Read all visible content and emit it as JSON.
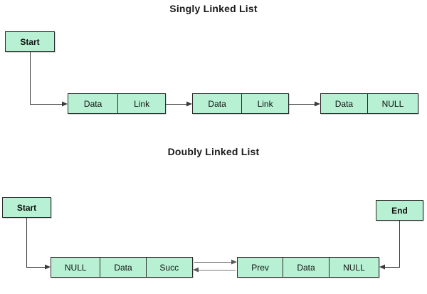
{
  "diagram": {
    "background": "#ffffff",
    "node_fill": "#b7f0d2",
    "node_stroke": "#2b2b2b",
    "connector_color": "#3a3a3a",
    "double_arrow_color": "#7a7a7a"
  },
  "singly": {
    "title": "Singly Linked List",
    "start_label": "Start",
    "nodes": [
      {
        "data_label": "Data",
        "link_label": "Link"
      },
      {
        "data_label": "Data",
        "link_label": "Link"
      },
      {
        "data_label": "Data",
        "link_label": "NULL"
      }
    ]
  },
  "doubly": {
    "title": "Doubly Linked List",
    "start_label": "Start",
    "end_label": "End",
    "nodes": [
      {
        "prev_label": "NULL",
        "data_label": "Data",
        "next_label": "Succ"
      },
      {
        "prev_label": "Prev",
        "data_label": "Data",
        "next_label": "NULL"
      }
    ]
  }
}
